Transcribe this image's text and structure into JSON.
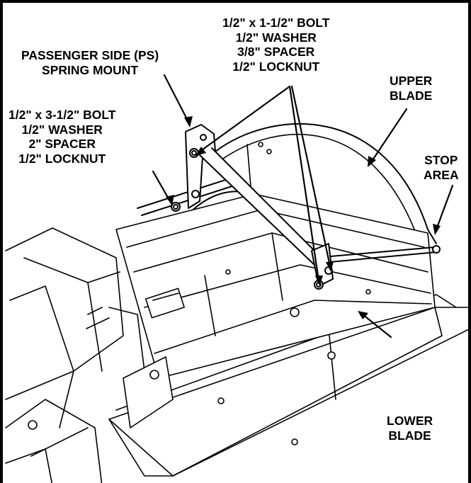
{
  "callouts": {
    "ps_mount": [
      "PASSENGER SIDE (PS)",
      "SPRING MOUNT"
    ],
    "bolt_left": [
      "1/2\" x 3-1/2\" BOLT",
      "1/2\" WASHER",
      "2\" SPACER",
      "1/2\" LOCKNUT"
    ],
    "bolt_right": [
      "1/2\" x 1-1/2\" BOLT",
      "1/2\" WASHER",
      "3/8\" SPACER",
      "1/2\" LOCKNUT"
    ],
    "upper_blade": [
      "UPPER",
      "BLADE"
    ],
    "stop_area": [
      "STOP",
      "AREA"
    ],
    "lower_blade": [
      "LOWER",
      "BLADE"
    ]
  },
  "colors": {
    "line": "#000000",
    "background": "#ffffff"
  }
}
